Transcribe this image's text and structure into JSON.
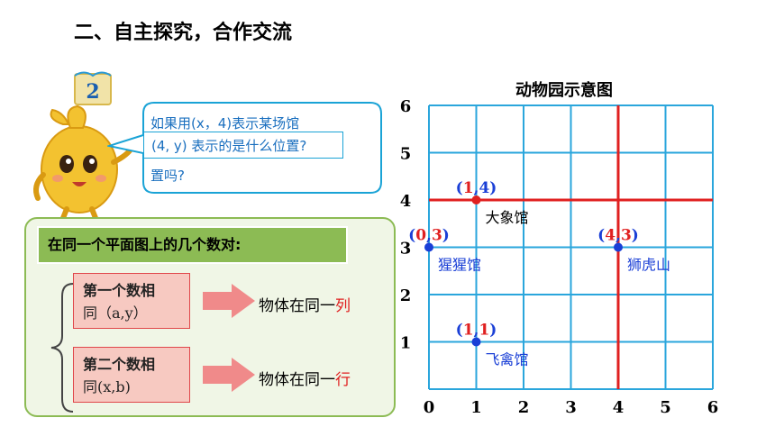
{
  "heading": "二、自主探究，合作交流",
  "badge_number": "2",
  "bubble": {
    "line1": "如果用(x，4)表示某场馆",
    "line2": "(4, y) 表示的是什么位置?",
    "line3": "置吗?"
  },
  "panel": {
    "header": "在同一个平面图上的几个数对:",
    "rules": [
      {
        "line1": "第一个数相",
        "line2": "同（a,y）",
        "result_prefix": "物体在同一",
        "result_highlight": "列"
      },
      {
        "line1": "第二个数相",
        "line2": "同(x,b)",
        "result_prefix": "物体在同一",
        "result_highlight": "行"
      }
    ]
  },
  "chart_data": {
    "type": "scatter",
    "title": "动物园示意图",
    "x_ticks": [
      "0",
      "1",
      "2",
      "3",
      "4",
      "5",
      "6"
    ],
    "y_ticks": [
      "1",
      "2",
      "3",
      "4",
      "5",
      "6"
    ],
    "xlim": [
      0,
      6
    ],
    "ylim": [
      0,
      6
    ],
    "grid": true,
    "highlight_lines": [
      {
        "orientation": "horizontal",
        "value": 4
      },
      {
        "orientation": "vertical",
        "value": 4
      }
    ],
    "points": [
      {
        "x": 1,
        "y": 4,
        "label": "大象馆",
        "coord_open": "(",
        "coord_x": "1",
        "coord_sep": ",",
        "coord_y": "4",
        "coord_close": ")",
        "point_color": "#e02020"
      },
      {
        "x": 0,
        "y": 3,
        "label": "猩猩馆",
        "coord_open": "(",
        "coord_x": "0",
        "coord_sep": ",",
        "coord_y": "3",
        "coord_close": ")",
        "point_color": "#1a3fd6"
      },
      {
        "x": 4,
        "y": 3,
        "label": "狮虎山",
        "coord_open": "(",
        "coord_x": "4",
        "coord_sep": ",",
        "coord_y": "3",
        "coord_close": ")",
        "point_color": "#1a3fd6"
      },
      {
        "x": 1,
        "y": 1,
        "label": "飞禽馆",
        "coord_open": "(",
        "coord_x": "1",
        "coord_sep": ",",
        "coord_y": "1",
        "coord_close": ")",
        "point_color": "#1a3fd6"
      }
    ]
  },
  "colors": {
    "grid": "#2aa6dc",
    "highlight": "#e02020",
    "point_blue": "#1a3fd6",
    "panel_green": "#8cbb54",
    "rule_pink": "#f7c9c1",
    "arrow_pink": "#f08a8a"
  }
}
